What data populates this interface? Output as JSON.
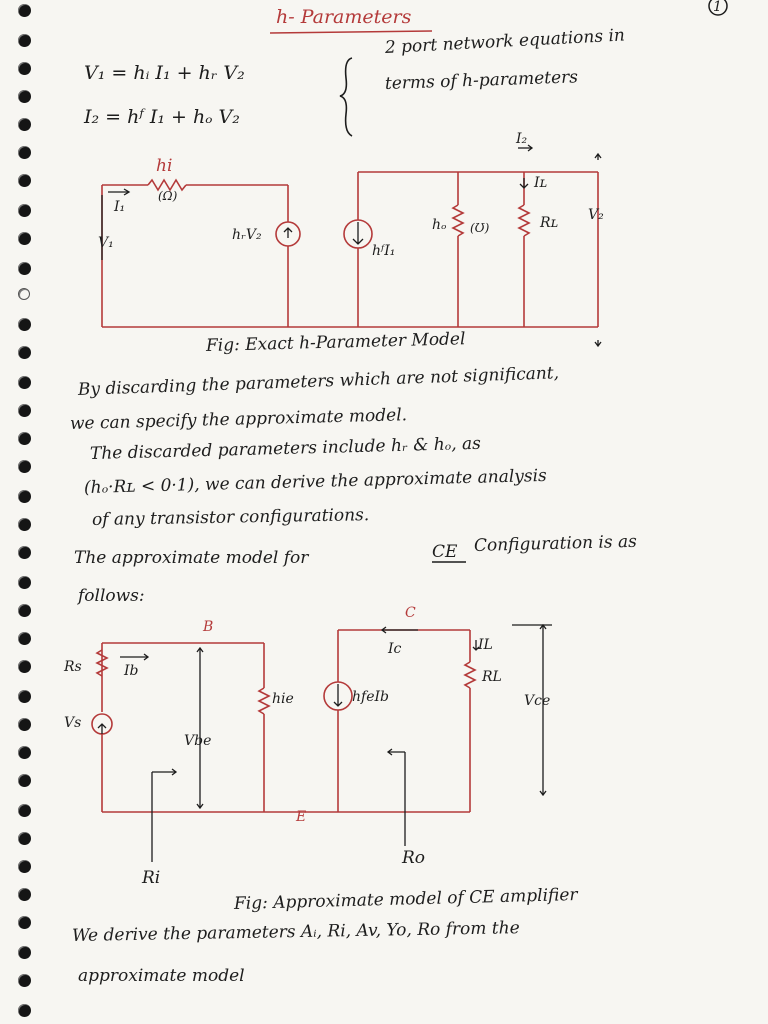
{
  "page": {
    "page_number": "1",
    "title": "h- Parameters"
  },
  "equations": {
    "eq1": "V₁ = hᵢ I₁ + hᵣ V₂",
    "eq2": "I₂ = hᶠ I₁ + hₒ V₂",
    "note_line1": "2 port network equations in",
    "note_line2": "terms of h-parameters"
  },
  "exact_model": {
    "hi_label": "hi",
    "hi_unit": "(Ω)",
    "I1_label": "I₁",
    "V1_label": "V₁",
    "hrV2_label": "hᵣV₂",
    "hfI1_label": "hᶠI₁",
    "ho_label": "hₒ",
    "ho_unit": "(Ʊ)",
    "I2_label": "I₂",
    "IL_label": "Iʟ",
    "RL_label": "Rʟ",
    "V2_label": "V₂",
    "caption": "Fig: Exact h-Parameter Model"
  },
  "paragraph": {
    "line1": "By discarding the parameters which are not significant,",
    "line2": "we can specify the approximate model.",
    "line3": "The discarded parameters include hᵣ & hₒ, as",
    "line4": "(hₒ·Rʟ < 0·1), we can derive the approximate analysis",
    "line5": "of any transistor configurations.",
    "line6a": "The approximate model for",
    "line6b": "CE",
    "line6c": "Configuration is as",
    "line7": "follows:"
  },
  "ce_model": {
    "B_label": "B",
    "C_label": "C",
    "E_label": "E",
    "Rs_label": "Rs",
    "Ib_label": "Ib",
    "Vs_label": "Vs",
    "Vbe_label": "Vbe",
    "hie_label": "hie",
    "hfeIb_label": "hfeIb",
    "Ic_label": "Ic",
    "IL_label": "IL",
    "RL_label": "RL",
    "Vce_label": "Vce",
    "Ri_label": "Ri",
    "Ro_label": "Ro",
    "caption": "Fig: Approximate model of CE amplifier"
  },
  "footer": {
    "line1": "We derive the parameters Aᵢ, Ri, Av, Yo, Ro from the",
    "line2": "approximate model"
  },
  "colors": {
    "ink": "#1d1d1d",
    "circuit_red": "#b43a3a",
    "paper": "#f7f6f2",
    "binding_hole": "#151515"
  }
}
